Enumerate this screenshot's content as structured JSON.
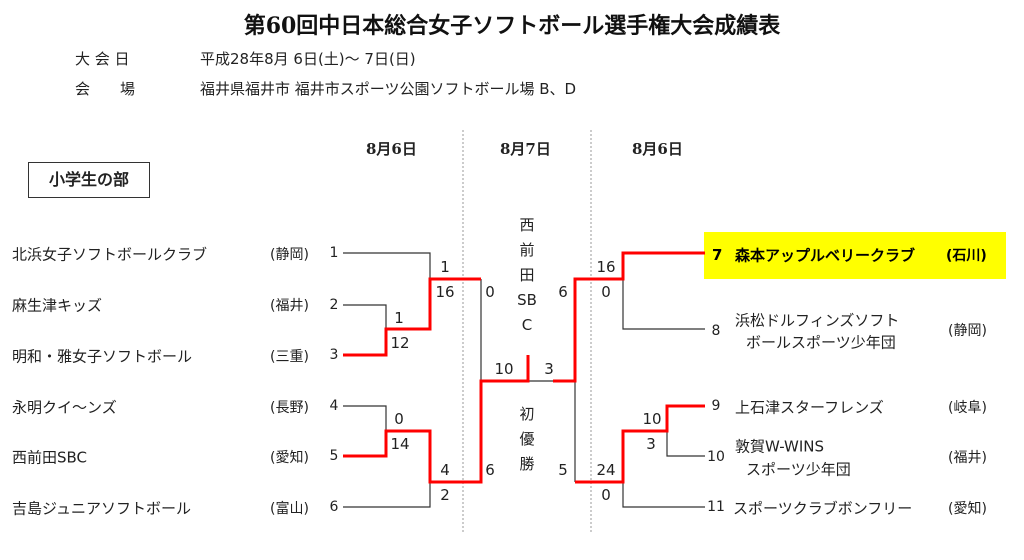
{
  "title": "第60回中日本総合女子ソフトボール選手権大会成績表",
  "info": {
    "date_label": "大 会 日",
    "date_value": "平成28年8月 6日(土)～ 7日(日)",
    "venue_label": "会　　場",
    "venue_value": "福井県福井市 福井市スポーツ公園ソフトボール場 B、D"
  },
  "day_headers": [
    "8月6日",
    "8月7日",
    "8月6日"
  ],
  "division": "小学生の部",
  "left_teams": [
    {
      "seed": "1",
      "name": "北浜女子ソフトボールクラブ",
      "pref": "(静岡)"
    },
    {
      "seed": "2",
      "name": "麻生津キッズ",
      "pref": "(福井)"
    },
    {
      "seed": "3",
      "name": "明和・雅女子ソフトボール",
      "pref": "(三重)"
    },
    {
      "seed": "4",
      "name": "永明クイ～ンズ",
      "pref": "(長野)"
    },
    {
      "seed": "5",
      "name": "西前田SBC",
      "pref": "(愛知)"
    },
    {
      "seed": "6",
      "name": "吉島ジュニアソフトボール",
      "pref": "(富山)"
    }
  ],
  "right_teams": [
    {
      "seed": "7",
      "name": "森本アップルベリークラブ",
      "pref": "(石川)"
    },
    {
      "seed": "8",
      "name": "浜松ドルフィンズソフト",
      "name2": "ボールスポーツ少年団",
      "pref": "(静岡)"
    },
    {
      "seed": "9",
      "name": "上石津スターフレンズ",
      "pref": "(岐阜)"
    },
    {
      "seed": "10",
      "name": "敦賀W-WINS",
      "name2": "スポーツ少年団",
      "pref": "(福井)"
    },
    {
      "seed": "11",
      "name": "スポーツクラブボンフリー",
      "pref": "(愛知)"
    }
  ],
  "scores": {
    "l_r1_2": "1",
    "l_r1_3": "12",
    "l_r1_4": "0",
    "l_r1_5": "14",
    "l_r2_1": "1",
    "l_r2_23": "16",
    "l_r2_45": "4",
    "l_r2_6": "2",
    "l_sf_top": "0",
    "l_sf_bot": "6",
    "final_left": "10",
    "final_right": "3",
    "r_sf_top": "6",
    "r_sf_bot": "5",
    "r_r2_7": "16",
    "r_r2_8": "0",
    "r_r2_910": "24",
    "r_r2_11": "0",
    "r_r1_9": "10",
    "r_r1_10": "3"
  },
  "champion": {
    "name": "西前田SBC",
    "label": "初優勝"
  },
  "colors": {
    "winner_line": "#ff0000",
    "loser_line": "#333333",
    "highlight": "#ffff00"
  }
}
